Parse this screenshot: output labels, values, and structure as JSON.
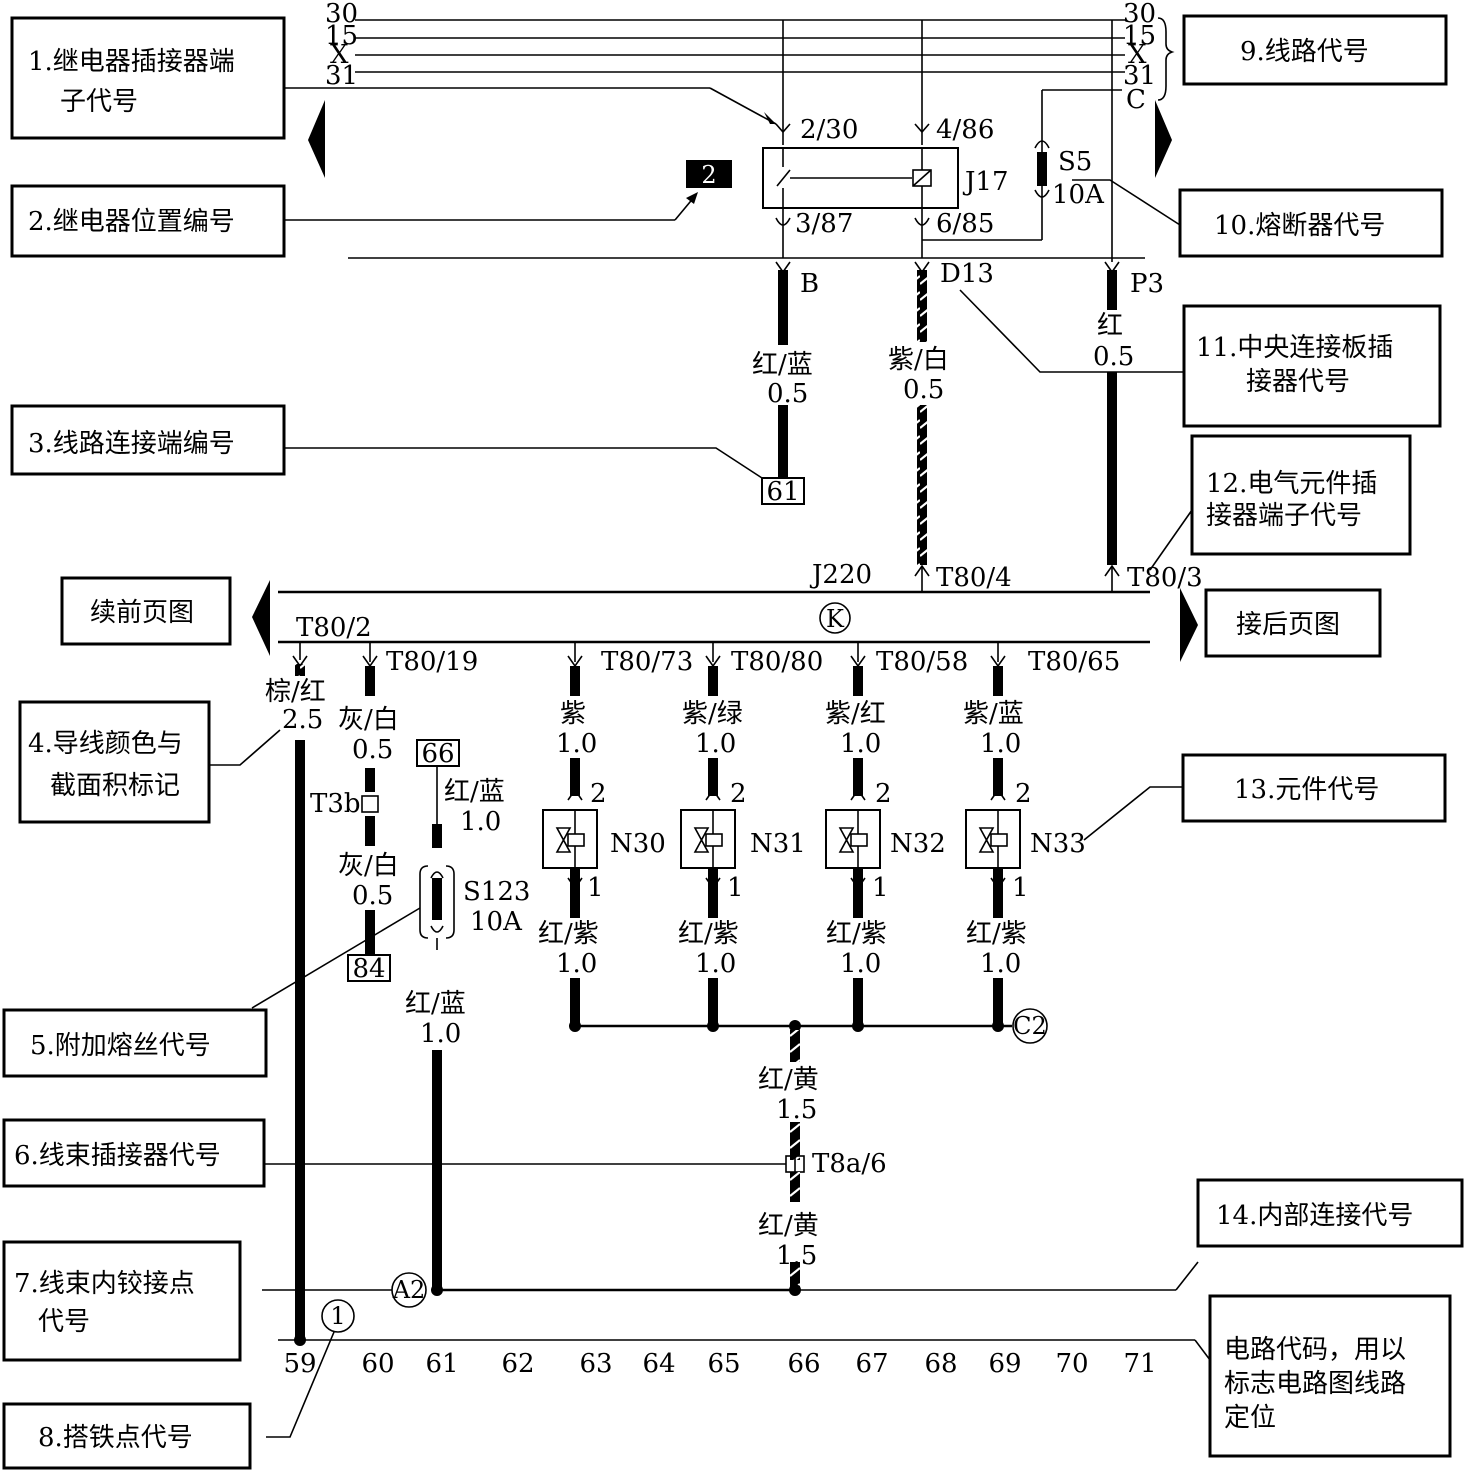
{
  "callouts": [
    {
      "id": "c1",
      "lines": [
        "1.继电器插接器端",
        "子代号"
      ]
    },
    {
      "id": "c2",
      "lines": [
        "2.继电器位置编号"
      ]
    },
    {
      "id": "c3",
      "lines": [
        "3.线路连接端编号"
      ]
    },
    {
      "id": "c4",
      "lines": [
        "4.导线颜色与",
        "截面积标记"
      ]
    },
    {
      "id": "c5",
      "lines": [
        "5.附加熔丝代号"
      ]
    },
    {
      "id": "c6",
      "lines": [
        "6.线束插接器代号"
      ]
    },
    {
      "id": "c7",
      "lines": [
        "7.线束内铰接点",
        "代号"
      ]
    },
    {
      "id": "c8",
      "lines": [
        "8.搭铁点代号"
      ]
    },
    {
      "id": "c9",
      "lines": [
        "9.线路代号"
      ]
    },
    {
      "id": "c10",
      "lines": [
        "10.熔断器代号"
      ]
    },
    {
      "id": "c11",
      "lines": [
        "11.中央连接板插",
        "接器代号"
      ]
    },
    {
      "id": "c12",
      "lines": [
        "12.电气元件插",
        "接器端子代号"
      ]
    },
    {
      "id": "c13",
      "lines": [
        "13.元件代号"
      ]
    },
    {
      "id": "c14",
      "lines": [
        "14.内部连接代号"
      ]
    },
    {
      "id": "c15",
      "lines": [
        "电路代码，用以",
        "标志电路图线路",
        "定位"
      ]
    },
    {
      "id": "prev",
      "lines": [
        "续前页图"
      ]
    },
    {
      "id": "next",
      "lines": [
        "接后页图"
      ]
    }
  ],
  "bus_lines": {
    "left": [
      "30",
      "15",
      "X",
      "31"
    ],
    "right": [
      "30",
      "15",
      "X",
      "31",
      "C"
    ]
  },
  "relay": {
    "code": "J17",
    "position": "2",
    "pins": {
      "top_left": "2/30",
      "top_right": "4/86",
      "bottom_left": "3/87",
      "bottom_right": "6/85"
    }
  },
  "fuse_main": {
    "code": "S5",
    "rating": "10A"
  },
  "central_connectors": {
    "b": "B",
    "d": "D13",
    "p": "P3"
  },
  "wires": {
    "b": {
      "color": "红/蓝",
      "size": "0.5"
    },
    "d": {
      "color": "紫/白",
      "size": "0.5"
    },
    "p": {
      "color": "红",
      "size": "0.5"
    },
    "t2": {
      "color": "棕/红",
      "size": "2.5"
    },
    "t19a": {
      "color": "灰/白",
      "size": "0.5"
    },
    "t19b": {
      "color": "灰/白",
      "size": "0.5"
    },
    "s123_top": {
      "color": "红/蓝",
      "size": "1.0"
    },
    "s123_bot": {
      "color": "红/蓝",
      "size": "1.0"
    },
    "gnd_a": {
      "color": "红/黄",
      "size": "1.5"
    },
    "gnd_b": {
      "color": "红/黄",
      "size": "1.5"
    }
  },
  "terminals": {
    "t61": "61",
    "t66": "66",
    "t84": "84"
  },
  "ecu": {
    "code": "J220",
    "pin_in_d": "T80/4",
    "pin_in_p": "T80/3",
    "pin_2": "T80/2",
    "pin_19": "T80/19",
    "ground_symbol": "K"
  },
  "connector_t3b": "T3b",
  "fuse_s123": {
    "code": "S123",
    "rating": "10A"
  },
  "connector_t8a": "T8a/6",
  "splice_a2": "A2",
  "splice_c2": "C2",
  "ground_point": "1",
  "valves": [
    {
      "code": "N30",
      "pin": "T80/73",
      "wire_top": {
        "color": "紫",
        "size": "1.0"
      },
      "wire_bot": {
        "color": "红/紫",
        "size": "1.0"
      },
      "pin_top": "2",
      "pin_bot": "1"
    },
    {
      "code": "N31",
      "pin": "T80/80",
      "wire_top": {
        "color": "紫/绿",
        "size": "1.0"
      },
      "wire_bot": {
        "color": "红/紫",
        "size": "1.0"
      },
      "pin_top": "2",
      "pin_bot": "1"
    },
    {
      "code": "N32",
      "pin": "T80/58",
      "wire_top": {
        "color": "紫/红",
        "size": "1.0"
      },
      "wire_bot": {
        "color": "红/紫",
        "size": "1.0"
      },
      "pin_top": "2",
      "pin_bot": "1"
    },
    {
      "code": "N33",
      "pin": "T80/65",
      "wire_top": {
        "color": "紫/蓝",
        "size": "1.0"
      },
      "wire_bot": {
        "color": "红/紫",
        "size": "1.0"
      },
      "pin_top": "2",
      "pin_bot": "1"
    }
  ],
  "circuit_codes": [
    "59",
    "60",
    "61",
    "62",
    "63",
    "64",
    "65",
    "66",
    "67",
    "68",
    "69",
    "70",
    "71"
  ]
}
